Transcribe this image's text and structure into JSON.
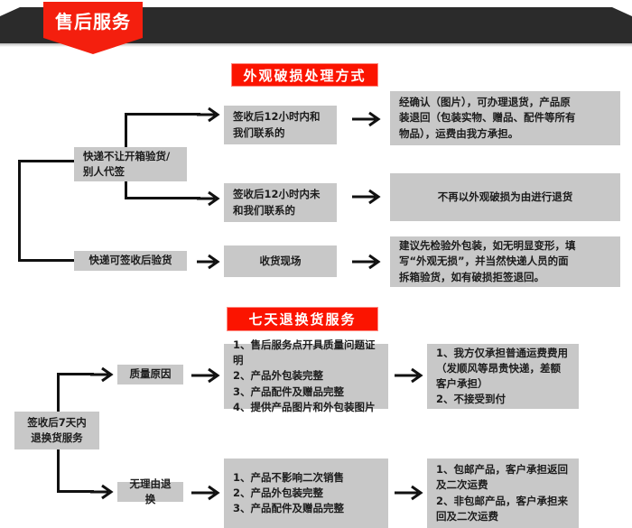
{
  "banner": {
    "ribbon_label": "售后服务",
    "bar_color": "#2b2b2b",
    "ribbon_color": "#f41f0e"
  },
  "sections": [
    {
      "title": "外观破损处理方式",
      "title_color": "#fb1400",
      "source": "",
      "rows": [
        {
          "condition": "快递不让开箱验货/\n别人代签",
          "middle": "签收后12小时内和\n我们联系的",
          "result": "经确认（图片），可办理退货，产品原\n装退回（包装实物、赠品、配件等所有\n物品），运费由我方承担。"
        },
        {
          "condition": "",
          "middle": "签收后12小时内未\n和我们联系的",
          "result": "不再以外观破损为由进行退货"
        },
        {
          "condition": "快递可签收后验货",
          "middle": "收货现场",
          "result": "建议先检验外包装，如无明显变形，填\n写“外观无损”，并当然快递人员的面\n拆箱验货，如有破损拒签退回。"
        }
      ]
    },
    {
      "title": "七天退换货服务",
      "title_color": "#fb1400",
      "source": "签收后7天内\n退换货服务",
      "rows": [
        {
          "condition": "质量原因",
          "middle": "1、售后服务点开具质量问题证明\n2、产品外包装完整\n3、产品配件及赠品完整\n4、提供产品图片和外包装图片",
          "result": "1、我方仅承担普通运费费用\n   （发顺风等昂贵快递，差额\n   客户承担）\n2、不接受到付"
        },
        {
          "condition": "无理由退换",
          "middle": "1、产品不影响二次销售\n2、产品外包装完整\n3、产品配件及赠品完整",
          "result": "1、包邮产品，客户承担返回\n   及二次运费\n2、非包邮产品，客户承担来\n   回及二次运费"
        }
      ]
    }
  ]
}
